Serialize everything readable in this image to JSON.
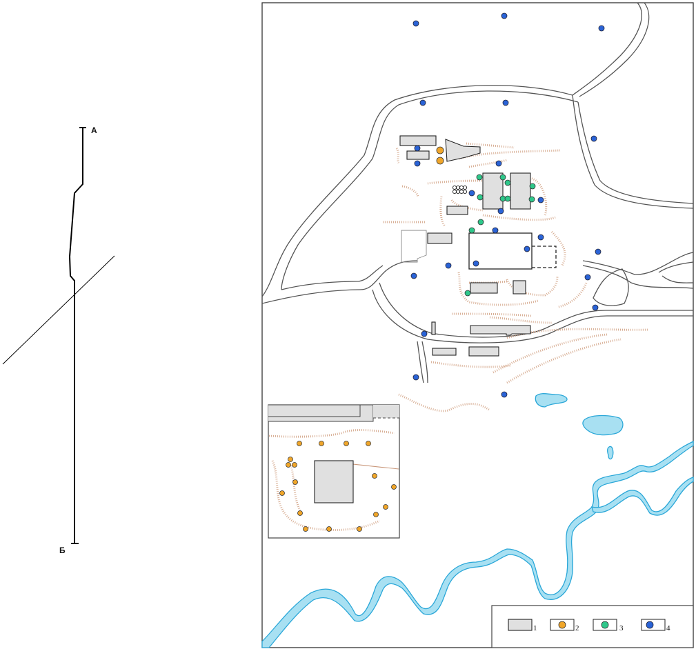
{
  "profile": {
    "start_label": "А",
    "end_label": "Б"
  },
  "legend": {
    "items": [
      {
        "symbol": "building",
        "label": "1",
        "color": "#e0e0e0"
      },
      {
        "symbol": "orange-circle",
        "label": "2",
        "color": "#f0a62a"
      },
      {
        "symbol": "green-circle",
        "label": "3",
        "color": "#2ec78a"
      },
      {
        "symbol": "blue-circle",
        "label": "4",
        "color": "#2a63d6"
      }
    ]
  },
  "colors": {
    "road": "#555555",
    "slope": "#c9977a",
    "water": "#a8e0f2",
    "water_outline": "#2aa7d8"
  }
}
